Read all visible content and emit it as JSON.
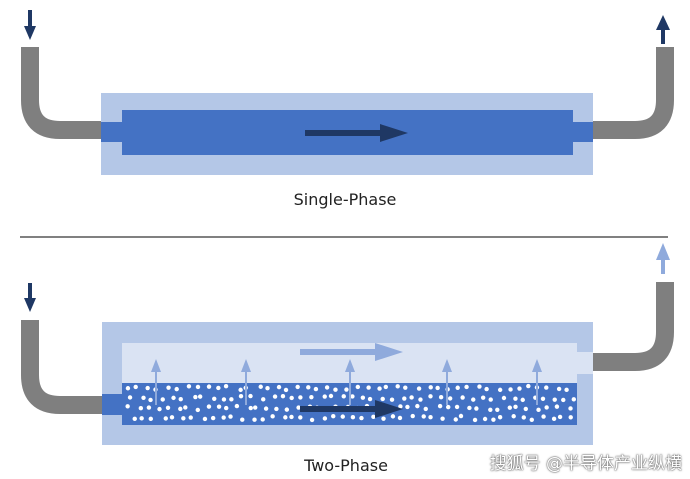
{
  "single_phase": {
    "label": "Single-Phase"
  },
  "two_phase": {
    "label": "Two-Phase"
  },
  "watermark": "搜狐号 @半导体产业纵横",
  "colors": {
    "pipe": "#7f7f7f",
    "outer": "#b4c7e7",
    "liquid": "#4472c4",
    "vapor": "#dae3f3",
    "dark_arrow": "#1f3864",
    "light_arrow": "#8faadc",
    "divider": "#808080"
  }
}
